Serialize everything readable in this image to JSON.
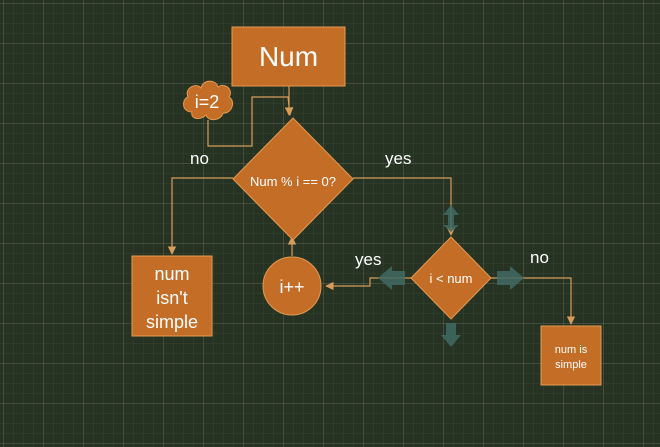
{
  "nodes": {
    "start": "Num",
    "init": "i=2",
    "check_divisible": "Num % i == 0?",
    "check_less": "i < num",
    "increment": "i++",
    "not_simple": [
      "num",
      "isn't",
      "simple"
    ],
    "is_simple": [
      "num is",
      "simple"
    ]
  },
  "edges": {
    "divisible_no": "no",
    "divisible_yes": "yes",
    "less_yes": "yes",
    "less_no": "no"
  },
  "colors": {
    "background": "#263322",
    "node_fill": "#c46d27",
    "connector": "#d59d5c",
    "hover_arrow": "#3f6a63"
  }
}
